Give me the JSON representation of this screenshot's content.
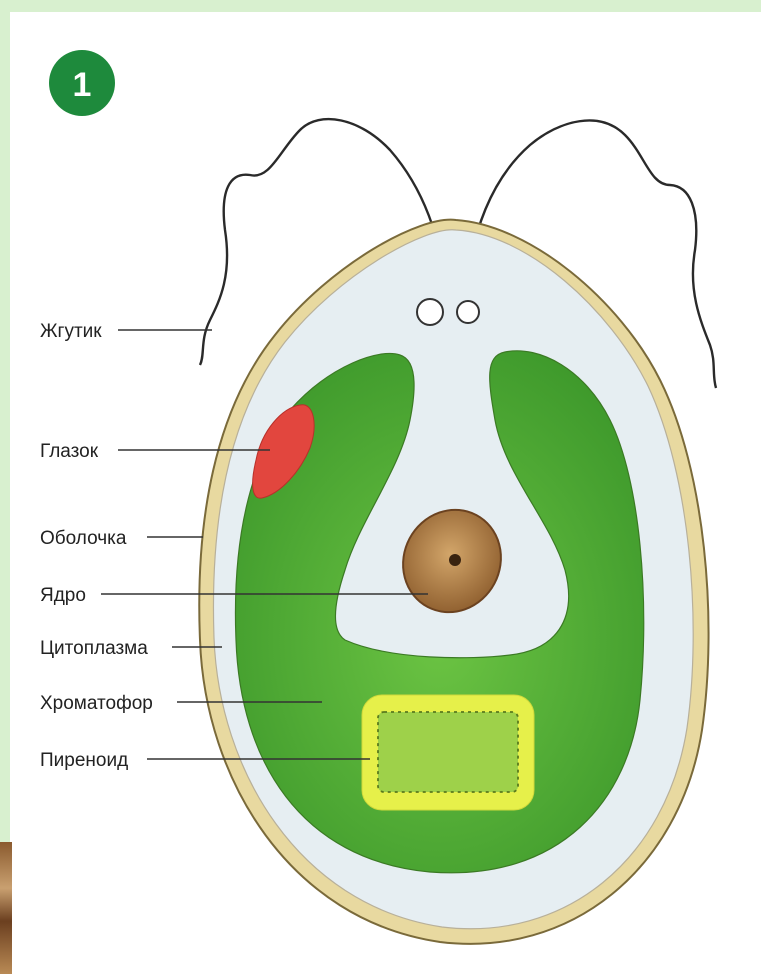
{
  "figure_number": "1",
  "colors": {
    "badge": "#1e8a3c",
    "cell_wall": "#e8d9a0",
    "cytoplasm": "#e6eef2",
    "chromatophore": "#5bb53a",
    "eyespot": "#e2463e",
    "nucleus": "#b8844a",
    "pyrenoid_border": "#e6f04a",
    "pyrenoid_fill": "#9ed14a"
  },
  "labels": {
    "flagellum": "Жгутик",
    "eyespot": "Глазок",
    "membrane": "Оболочка",
    "nucleus": "Ядро",
    "cytoplasm": "Цитоплазма",
    "chromatophore": "Хроматофор",
    "pyrenoid": "Пиреноид"
  }
}
